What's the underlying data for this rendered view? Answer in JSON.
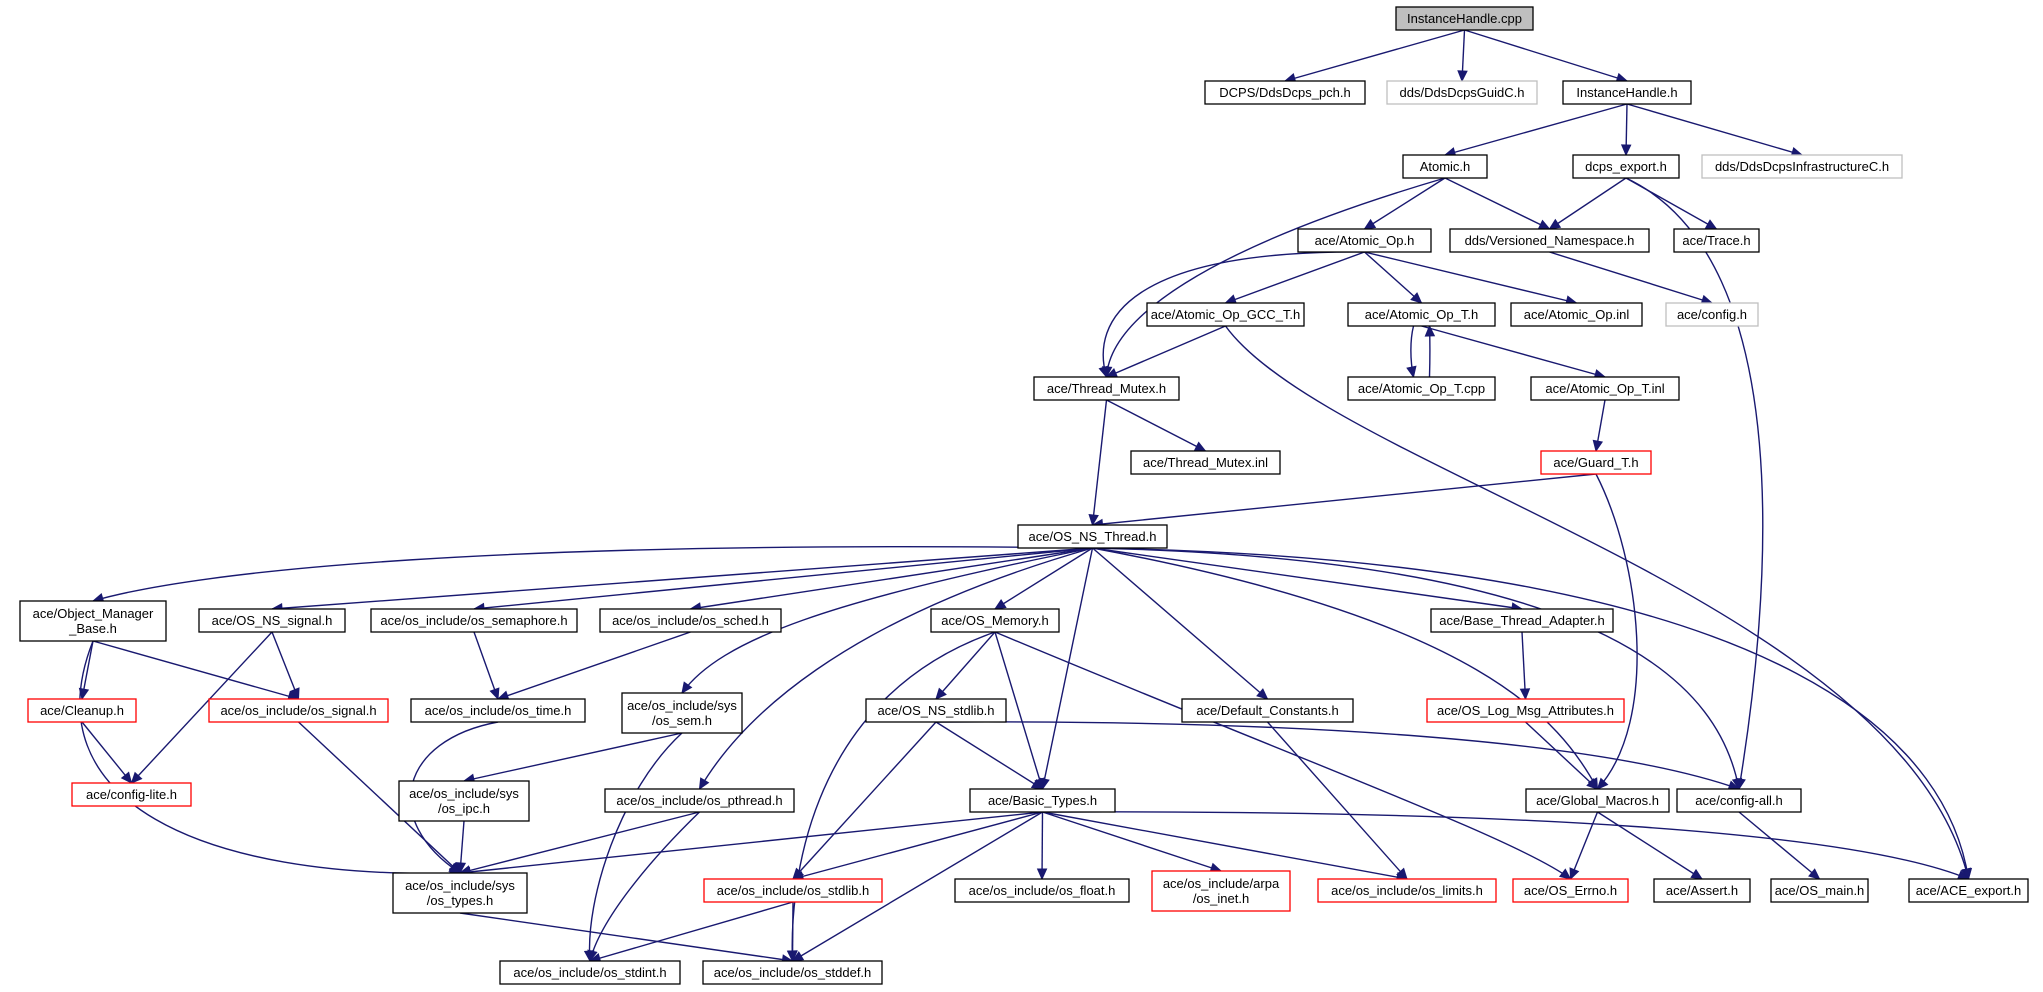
{
  "colors": {
    "edge": "#191970",
    "border_normal": "#000000",
    "border_missing": "#bfbfbf",
    "border_truncated": "#ff0000",
    "root_fill": "#bfbfbf",
    "node_fill": "#ffffff"
  },
  "nodes": {
    "n0": {
      "lines": [
        "InstanceHandle.cpp"
      ],
      "style": "root"
    },
    "n1": {
      "lines": [
        "DCPS/DdsDcps_pch.h"
      ],
      "style": "normal"
    },
    "n2": {
      "lines": [
        "dds/DdsDcpsGuidC.h"
      ],
      "style": "missing"
    },
    "n3": {
      "lines": [
        "InstanceHandle.h"
      ],
      "style": "normal"
    },
    "n4": {
      "lines": [
        "Atomic.h"
      ],
      "style": "normal"
    },
    "n5": {
      "lines": [
        "dcps_export.h"
      ],
      "style": "normal"
    },
    "n6": {
      "lines": [
        "dds/DdsDcpsInfrastructureC.h"
      ],
      "style": "missing"
    },
    "n7": {
      "lines": [
        "ace/Atomic_Op.h"
      ],
      "style": "normal"
    },
    "n8": {
      "lines": [
        "dds/Versioned_Namespace.h"
      ],
      "style": "normal"
    },
    "n9": {
      "lines": [
        "ace/Trace.h"
      ],
      "style": "normal"
    },
    "n10": {
      "lines": [
        "ace/Atomic_Op_GCC_T.h"
      ],
      "style": "normal"
    },
    "n11": {
      "lines": [
        "ace/Atomic_Op_T.h"
      ],
      "style": "normal"
    },
    "n12": {
      "lines": [
        "ace/Atomic_Op.inl"
      ],
      "style": "normal"
    },
    "n13": {
      "lines": [
        "ace/config.h"
      ],
      "style": "missing"
    },
    "n14": {
      "lines": [
        "ace/Thread_Mutex.h"
      ],
      "style": "normal"
    },
    "n15": {
      "lines": [
        "ace/Atomic_Op_T.cpp"
      ],
      "style": "normal"
    },
    "n16": {
      "lines": [
        "ace/Atomic_Op_T.inl"
      ],
      "style": "normal"
    },
    "n17": {
      "lines": [
        "ace/Thread_Mutex.inl"
      ],
      "style": "normal"
    },
    "n18": {
      "lines": [
        "ace/Guard_T.h"
      ],
      "style": "truncated"
    },
    "n19": {
      "lines": [
        "ace/OS_NS_Thread.h"
      ],
      "style": "normal"
    },
    "n20": {
      "lines": [
        "ace/Object_Manager",
        "_Base.h"
      ],
      "style": "normal"
    },
    "n21": {
      "lines": [
        "ace/OS_NS_signal.h"
      ],
      "style": "normal"
    },
    "n22": {
      "lines": [
        "ace/os_include/os_semaphore.h"
      ],
      "style": "normal"
    },
    "n23": {
      "lines": [
        "ace/os_include/os_sched.h"
      ],
      "style": "normal"
    },
    "n24": {
      "lines": [
        "ace/OS_Memory.h"
      ],
      "style": "normal"
    },
    "n25": {
      "lines": [
        "ace/Base_Thread_Adapter.h"
      ],
      "style": "normal"
    },
    "n26": {
      "lines": [
        "ace/Cleanup.h"
      ],
      "style": "truncated"
    },
    "n27": {
      "lines": [
        "ace/os_include/os_signal.h"
      ],
      "style": "truncated"
    },
    "n28": {
      "lines": [
        "ace/os_include/os_time.h"
      ],
      "style": "normal"
    },
    "n29": {
      "lines": [
        "ace/os_include/sys",
        "/os_sem.h"
      ],
      "style": "normal"
    },
    "n30": {
      "lines": [
        "ace/OS_NS_stdlib.h"
      ],
      "style": "normal"
    },
    "n31": {
      "lines": [
        "ace/Default_Constants.h"
      ],
      "style": "normal"
    },
    "n32": {
      "lines": [
        "ace/OS_Log_Msg_Attributes.h"
      ],
      "style": "truncated"
    },
    "n33": {
      "lines": [
        "ace/config-lite.h"
      ],
      "style": "truncated"
    },
    "n34": {
      "lines": [
        "ace/os_include/sys",
        "/os_ipc.h"
      ],
      "style": "normal"
    },
    "n35": {
      "lines": [
        "ace/os_include/os_pthread.h"
      ],
      "style": "normal"
    },
    "n36": {
      "lines": [
        "ace/Basic_Types.h"
      ],
      "style": "normal"
    },
    "n37": {
      "lines": [
        "ace/Global_Macros.h"
      ],
      "style": "normal"
    },
    "n38": {
      "lines": [
        "ace/config-all.h"
      ],
      "style": "normal"
    },
    "n39": {
      "lines": [
        "ace/os_include/sys",
        "/os_types.h"
      ],
      "style": "normal"
    },
    "n40": {
      "lines": [
        "ace/os_include/os_stdlib.h"
      ],
      "style": "truncated"
    },
    "n41": {
      "lines": [
        "ace/os_include/os_float.h"
      ],
      "style": "normal"
    },
    "n42": {
      "lines": [
        "ace/os_include/arpa",
        "/os_inet.h"
      ],
      "style": "truncated"
    },
    "n43": {
      "lines": [
        "ace/os_include/os_limits.h"
      ],
      "style": "truncated"
    },
    "n44": {
      "lines": [
        "ace/OS_Errno.h"
      ],
      "style": "truncated"
    },
    "n45": {
      "lines": [
        "ace/Assert.h"
      ],
      "style": "normal"
    },
    "n46": {
      "lines": [
        "ace/OS_main.h"
      ],
      "style": "normal"
    },
    "n47": {
      "lines": [
        "ace/ACE_export.h"
      ],
      "style": "normal"
    },
    "n48": {
      "lines": [
        "ace/os_include/os_stdint.h"
      ],
      "style": "normal"
    },
    "n49": {
      "lines": [
        "ace/os_include/os_stddef.h"
      ],
      "style": "normal"
    }
  },
  "edges": [
    [
      "n0",
      "n1"
    ],
    [
      "n0",
      "n2"
    ],
    [
      "n0",
      "n3"
    ],
    [
      "n3",
      "n4"
    ],
    [
      "n3",
      "n5"
    ],
    [
      "n3",
      "n6"
    ],
    [
      "n4",
      "n7"
    ],
    [
      "n4",
      "n8"
    ],
    [
      "n4",
      "n14"
    ],
    [
      "n5",
      "n8"
    ],
    [
      "n5",
      "n9"
    ],
    [
      "n5",
      "n38"
    ],
    [
      "n7",
      "n10"
    ],
    [
      "n7",
      "n11"
    ],
    [
      "n7",
      "n12"
    ],
    [
      "n7",
      "n14"
    ],
    [
      "n8",
      "n13"
    ],
    [
      "n10",
      "n14"
    ],
    [
      "n10",
      "n47"
    ],
    [
      "n11",
      "n15"
    ],
    [
      "n15",
      "n11"
    ],
    [
      "n11",
      "n16"
    ],
    [
      "n16",
      "n18"
    ],
    [
      "n14",
      "n17"
    ],
    [
      "n14",
      "n19"
    ],
    [
      "n18",
      "n19"
    ],
    [
      "n18",
      "n37"
    ],
    [
      "n19",
      "n20"
    ],
    [
      "n19",
      "n21"
    ],
    [
      "n19",
      "n22"
    ],
    [
      "n19",
      "n23"
    ],
    [
      "n19",
      "n24"
    ],
    [
      "n19",
      "n25"
    ],
    [
      "n19",
      "n29"
    ],
    [
      "n19",
      "n31"
    ],
    [
      "n19",
      "n35"
    ],
    [
      "n19",
      "n36"
    ],
    [
      "n19",
      "n37"
    ],
    [
      "n19",
      "n38"
    ],
    [
      "n19",
      "n47"
    ],
    [
      "n20",
      "n26"
    ],
    [
      "n20",
      "n27"
    ],
    [
      "n20",
      "n39"
    ],
    [
      "n21",
      "n27"
    ],
    [
      "n21",
      "n33"
    ],
    [
      "n22",
      "n28"
    ],
    [
      "n23",
      "n28"
    ],
    [
      "n24",
      "n30"
    ],
    [
      "n24",
      "n36"
    ],
    [
      "n24",
      "n44"
    ],
    [
      "n24",
      "n49"
    ],
    [
      "n25",
      "n32"
    ],
    [
      "n26",
      "n33"
    ],
    [
      "n27",
      "n39"
    ],
    [
      "n28",
      "n39"
    ],
    [
      "n29",
      "n34"
    ],
    [
      "n29",
      "n48"
    ],
    [
      "n30",
      "n36"
    ],
    [
      "n30",
      "n38"
    ],
    [
      "n30",
      "n40"
    ],
    [
      "n31",
      "n43"
    ],
    [
      "n32",
      "n37"
    ],
    [
      "n34",
      "n39"
    ],
    [
      "n35",
      "n39"
    ],
    [
      "n35",
      "n48"
    ],
    [
      "n36",
      "n39"
    ],
    [
      "n36",
      "n40"
    ],
    [
      "n36",
      "n41"
    ],
    [
      "n36",
      "n42"
    ],
    [
      "n36",
      "n43"
    ],
    [
      "n36",
      "n47"
    ],
    [
      "n36",
      "n49"
    ],
    [
      "n37",
      "n44"
    ],
    [
      "n37",
      "n45"
    ],
    [
      "n38",
      "n46"
    ],
    [
      "n39",
      "n49"
    ],
    [
      "n40",
      "n48"
    ],
    [
      "n40",
      "n49"
    ]
  ]
}
